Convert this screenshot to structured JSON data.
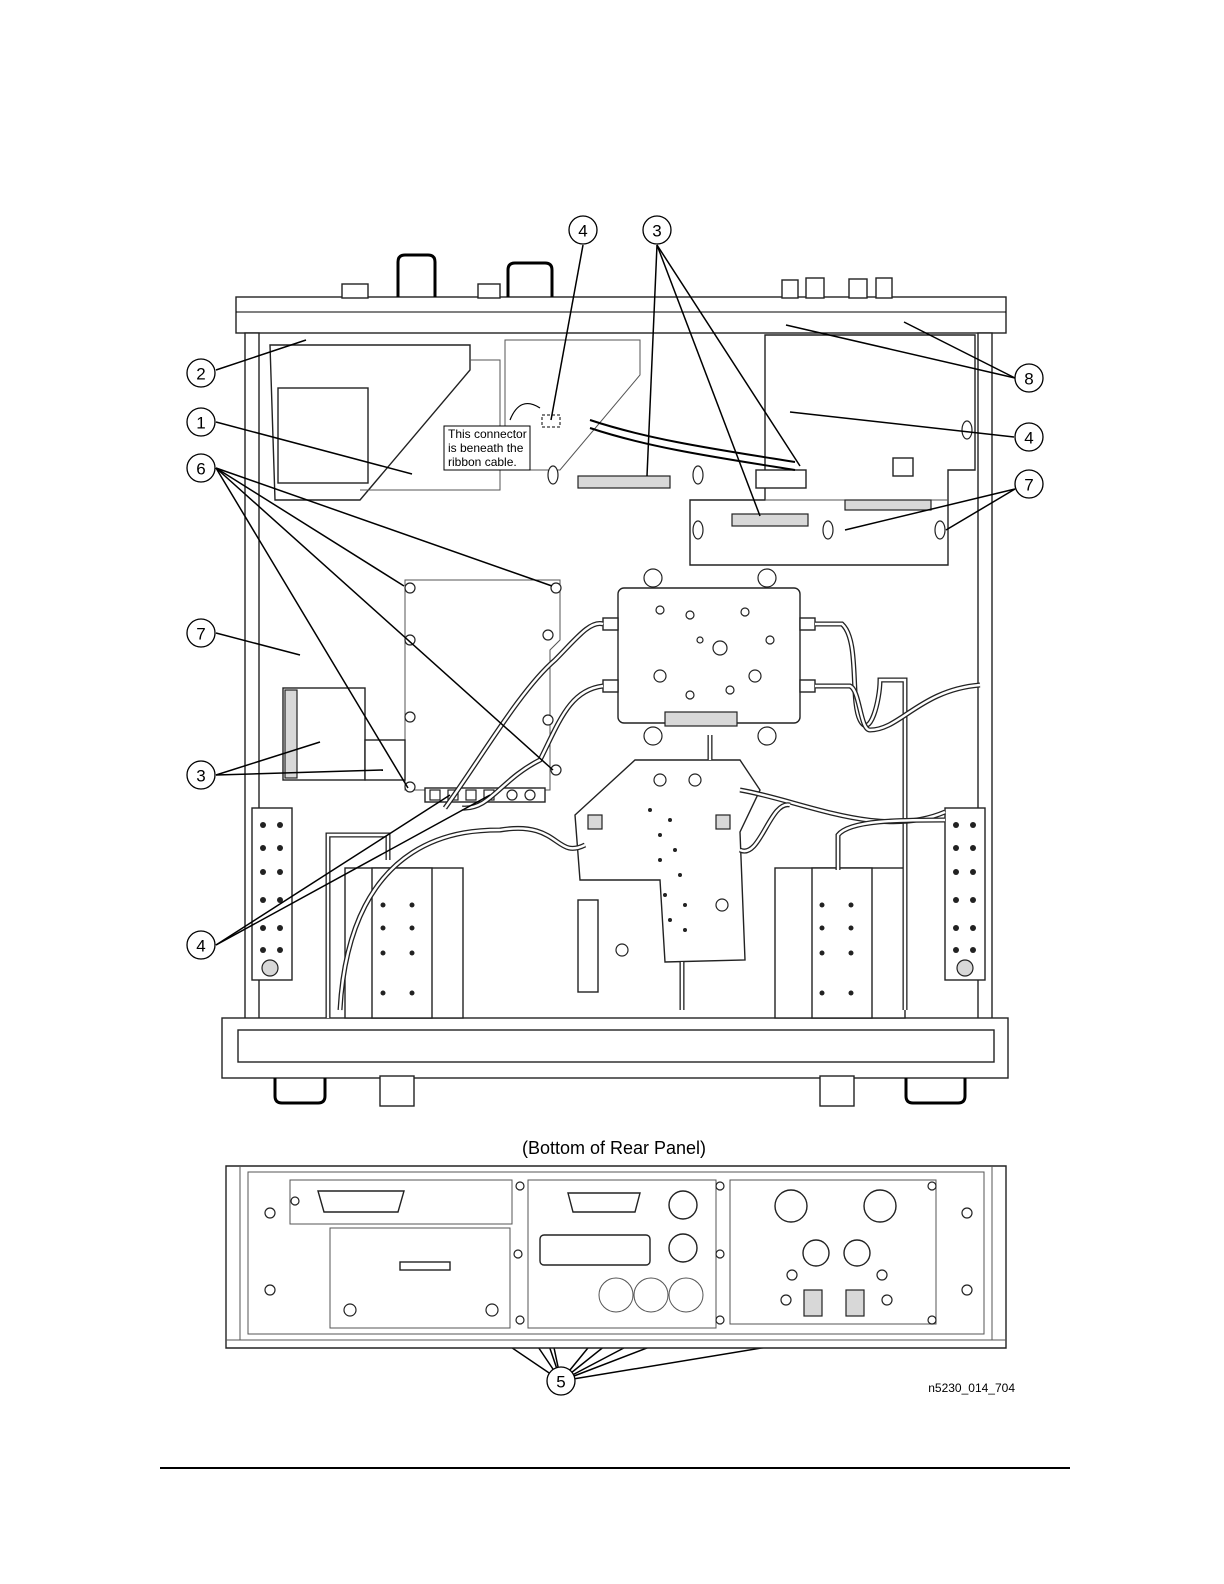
{
  "figure": {
    "note_lines": [
      "This connector",
      "is beneath the",
      "ribbon cable."
    ],
    "rear_panel_caption": "(Bottom of Rear Panel)",
    "figure_id": "n5230_014_704"
  },
  "callouts": [
    {
      "number": "4"
    },
    {
      "number": "3"
    },
    {
      "number": "2"
    },
    {
      "number": "8"
    },
    {
      "number": "1"
    },
    {
      "number": "4"
    },
    {
      "number": "6"
    },
    {
      "number": "7"
    },
    {
      "number": "7"
    },
    {
      "number": "3"
    },
    {
      "number": "4"
    },
    {
      "number": "5"
    }
  ],
  "colors": {
    "line": "#000000",
    "background": "#ffffff",
    "fill_gray": "#d8d8d8"
  }
}
